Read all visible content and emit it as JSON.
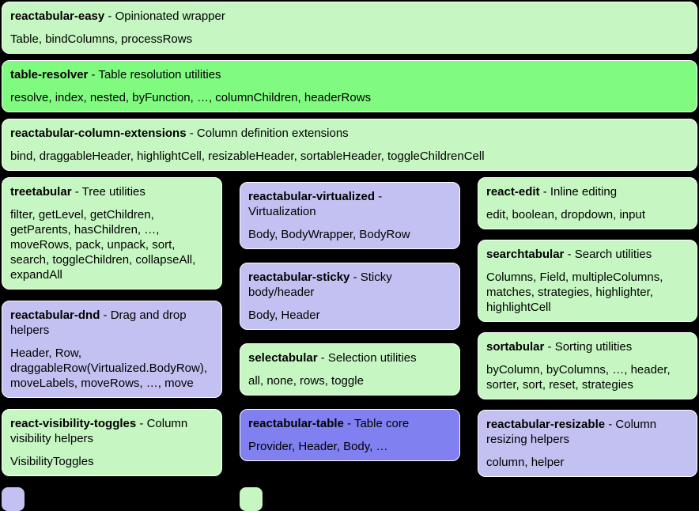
{
  "ui": {
    "separator": " - "
  },
  "colors": {
    "page_bg": "#000000",
    "box_border": "#ffffff",
    "text": "#000000",
    "light_green": "#c6f7c2",
    "bright_green": "#80fb80",
    "lavender": "#c3c1f1",
    "purple": "#8080f0"
  },
  "rows": [
    {
      "name": "reactabular-easy",
      "desc": "Opinionated wrapper",
      "exports": "Table, bindColumns, processRows",
      "color": "#c6f7c2"
    },
    {
      "name": "table-resolver",
      "desc": "Table resolution utilities",
      "exports": "resolve, index, nested, byFunction, …, columnChildren, headerRows",
      "color": "#80fb80"
    },
    {
      "name": "reactabular-column-extensions",
      "desc": "Column definition extensions",
      "exports": "bind, draggableHeader, highlightCell, resizableHeader, sortableHeader, toggleChildrenCell",
      "color": "#c6f7c2"
    }
  ],
  "columns": [
    {
      "boxes": [
        {
          "name": "treetabular",
          "desc": "Tree utilities",
          "exports": "filter, getLevel, getChildren, getParents, hasChildren, …, moveRows, pack, unpack, sort, search, toggleChildren, collapseAll, expandAll",
          "color": "#c6f7c2"
        },
        {
          "name": "reactabular-dnd",
          "desc": "Drag and drop helpers",
          "exports": "Header, Row, draggableRow(Virtualized.BodyRow), moveLabels, moveRows, …, move",
          "color": "#c3c1f1"
        },
        {
          "name": "react-visibility-toggles",
          "desc": "Column visibility helpers",
          "exports": "VisibilityToggles",
          "color": "#c6f7c2"
        }
      ]
    },
    {
      "boxes": [
        {
          "name": "reactabular-virtualized",
          "desc": "Virtualization",
          "exports": "Body, BodyWrapper, BodyRow",
          "color": "#c3c1f1"
        },
        {
          "name": "reactabular-sticky",
          "desc": "Sticky body/header",
          "exports": "Body, Header",
          "color": "#c3c1f1"
        },
        {
          "name": "selectabular",
          "desc": "Selection utilities",
          "exports": "all, none, rows, toggle",
          "color": "#c6f7c2"
        },
        {
          "name": "reactabular-table",
          "desc": "Table core",
          "exports": "Provider, Header, Body, …",
          "color": "#8080f0"
        }
      ]
    },
    {
      "boxes": [
        {
          "name": "react-edit",
          "desc": "Inline editing",
          "exports": "edit, boolean, dropdown, input",
          "color": "#c6f7c2"
        },
        {
          "name": "searchtabular",
          "desc": "Search utilities",
          "exports": "Columns, Field, multipleColumns, matches, strategies, highlighter, highlightCell",
          "color": "#c6f7c2"
        },
        {
          "name": "sortabular",
          "desc": "Sorting utilities",
          "exports": "byColumn, byColumns, …, header, sorter, sort, reset, strategies",
          "color": "#c6f7c2"
        },
        {
          "name": "reactabular-resizable",
          "desc": "Column resizing helpers",
          "exports": "column, helper",
          "color": "#c3c1f1"
        }
      ]
    }
  ],
  "legend": {
    "items": [
      {
        "icon": "lavender-swatch",
        "color": "#c3c1f1"
      },
      {
        "icon": "light-green-swatch",
        "color": "#c6f7c2"
      }
    ]
  }
}
